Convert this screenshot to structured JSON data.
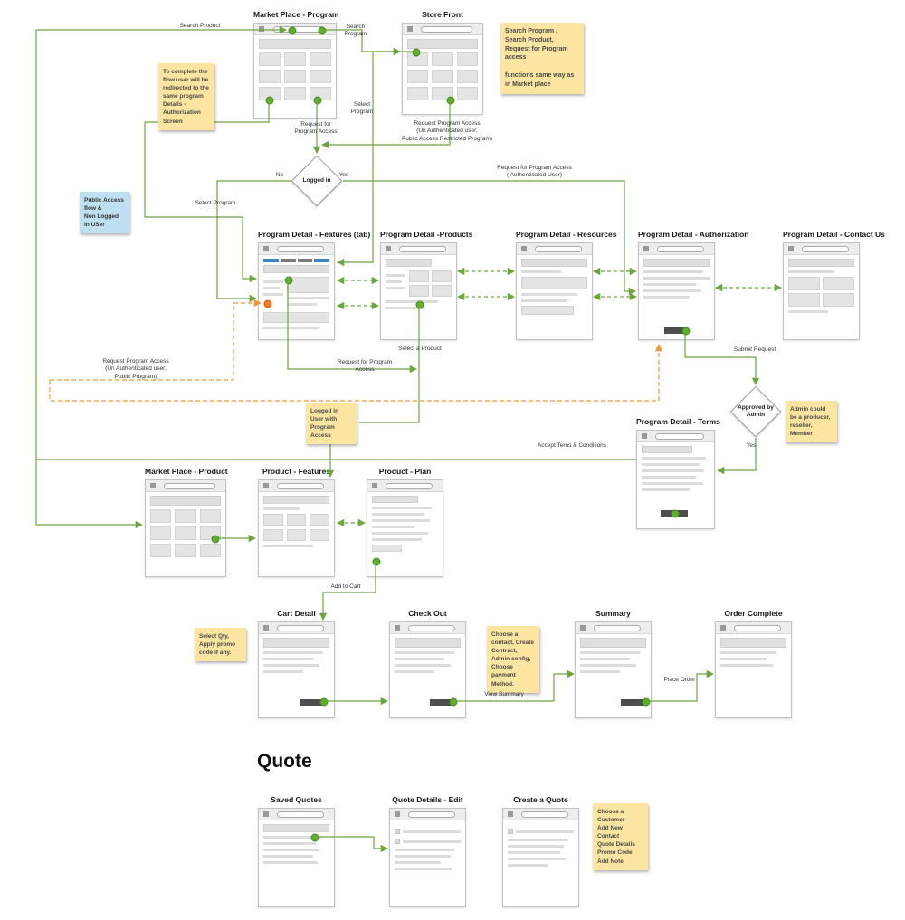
{
  "heading": {
    "quote": "Quote"
  },
  "screens": {
    "mp_program": "Market Place - Program",
    "store_front": "Store Front",
    "pd_features": "Program Detail - Features (tab)",
    "pd_products": "Program Detail -Products",
    "pd_resources": "Program Detail - Resources",
    "pd_authorization": "Program Detail - Authorization",
    "pd_contact": "Program Detail - Contact Us",
    "pd_terms": "Program Detail - Terms",
    "mp_product": "Market Place  - Product",
    "product_features": "Product - Features",
    "product_plan": "Product - Plan",
    "cart_detail": "Cart Detail",
    "check_out": "Check Out",
    "summary": "Summary",
    "order_complete": "Order Complete",
    "saved_quotes": "Saved Quotes",
    "quote_details": "Quote Details - Edit",
    "create_quote": "Create a Quote"
  },
  "decisions": {
    "logged_in": "Logged in",
    "approved": "Approved by\nAdmin"
  },
  "notes": {
    "search_functions": "Search Program , Search Product, Request for Program access\n\nfunctions same way as in Market place",
    "redirect": "To complete the flow user will be redirected to the same  program Details - Authorization Screen",
    "public_access": "Public Access flow &\nNon Logged in USer",
    "logged_user": "Logged in User with Program Access",
    "admin": "Admin could be a producer, reseller, Member",
    "qty": "Select Qty, Apply promo code if any.",
    "contact": "Choose a contact, Create Contract, Admin config, Choose payment Method.",
    "quote": "Choose a Customer\nAdd New Contact\nQuote Details\nPromo Code\nAdd Note"
  },
  "labels": {
    "search_product": "Search Product",
    "search_program": "Search\nProgram",
    "request_access_1": "Request for\nProgram Access",
    "select_program_sf": "Select\nProgram",
    "request_access_sf": "Request Program Access\n(Un Authenticated user.\nPublic Access Restricted Program)",
    "no": "No",
    "yes": "Yes",
    "request_access_auth": "Request for Program Access\n( Authenticated User)",
    "select_program": "Select Program",
    "select_product": "Select a Product",
    "request_access_2": "Request for Program Access",
    "request_access_public": "Request Program  Access\n(Un Authenticated user,\nPublic Program)",
    "submit_request": "Submit Request",
    "yes_admin": "Yes",
    "accept_terms": "Accept Terns & Conditions",
    "add_to_cart": "Add to Cart",
    "view_summary": "View Summary",
    "place_order": "Place Order"
  },
  "colors": {
    "flow_green": "#6ea53e",
    "flow_orange": "#ec9a3c",
    "dot_green": "#5fae2e",
    "dot_orange": "#ef7d23",
    "note_yellow": "#fbe5a0",
    "note_blue": "#bfdff2",
    "tab_blue": "#3d85c8"
  }
}
